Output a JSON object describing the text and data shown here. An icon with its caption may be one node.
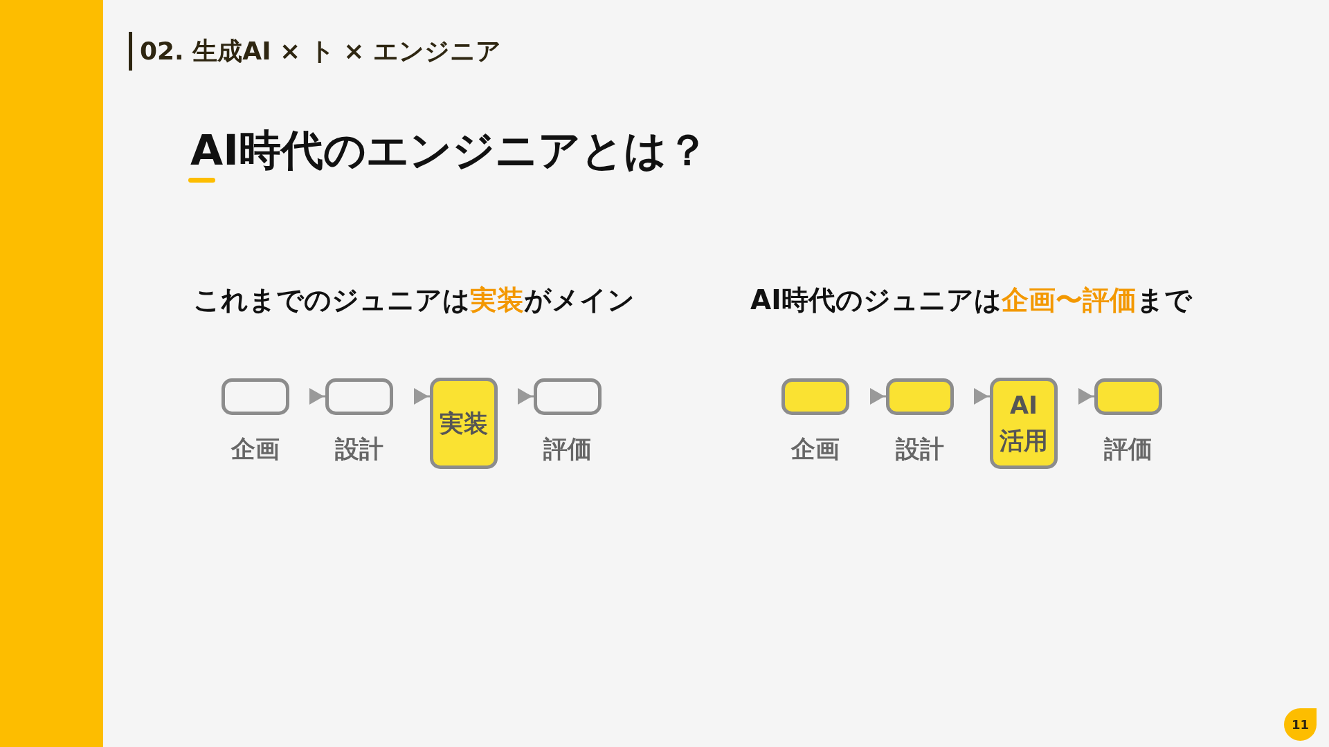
{
  "diagram": {
    "title": "AI時代のエンジニアとは？",
    "nodes": [
      {
        "text": [
          "企画"
        ]
      },
      {
        "text": [
          "設計"
        ]
      },
      {
        "text": [
          "実装"
        ]
      },
      {
        "text": [
          "評価"
        ]
      },
      {
        "text": [
          "企画"
        ]
      },
      {
        "text": [
          "設計"
        ]
      },
      {
        "text": [
          "AI 活用"
        ]
      },
      {
        "text": [
          "評価"
        ]
      }
    ],
    "edges": [
      {
        "from": 0,
        "to": 1,
        "arrow": "to"
      },
      {
        "from": 1,
        "to": 2,
        "arrow": "to"
      },
      {
        "from": 2,
        "to": 3,
        "arrow": "to"
      },
      {
        "from": 4,
        "to": 5,
        "arrow": "to"
      },
      {
        "from": 5,
        "to": 6,
        "arrow": "to"
      },
      {
        "from": 6,
        "to": 7,
        "arrow": "to"
      }
    ],
    "labels": [
      "02. 生成AI × ト × エンジニア",
      "これまでのジュニアは**実装**がメイン",
      "AI時代のジュニアは**企画〜評価**まで",
      "11"
    ]
  }
}
